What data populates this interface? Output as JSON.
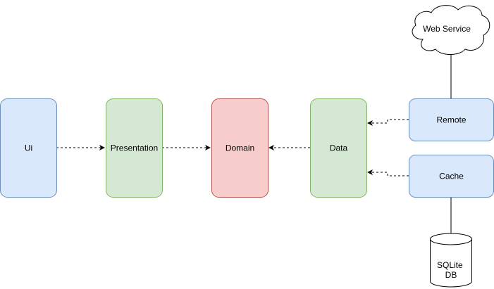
{
  "nodes": {
    "ui": {
      "label": "Ui"
    },
    "presentation": {
      "label": "Presentation"
    },
    "domain": {
      "label": "Domain"
    },
    "data": {
      "label": "Data"
    },
    "remote": {
      "label": "Remote"
    },
    "cache": {
      "label": "Cache"
    },
    "web_service": {
      "label": "Web Service"
    },
    "sqlite_db": {
      "line1": "SQLite",
      "line2": "DB"
    }
  },
  "colors": {
    "blue_fill": "#dae8fc",
    "blue_stroke": "#6c8ebf",
    "green_fill": "#d5e8d4",
    "green_stroke": "#82b366",
    "red_fill": "#f8cecc",
    "red_stroke": "#b85450",
    "line": "#000000"
  }
}
